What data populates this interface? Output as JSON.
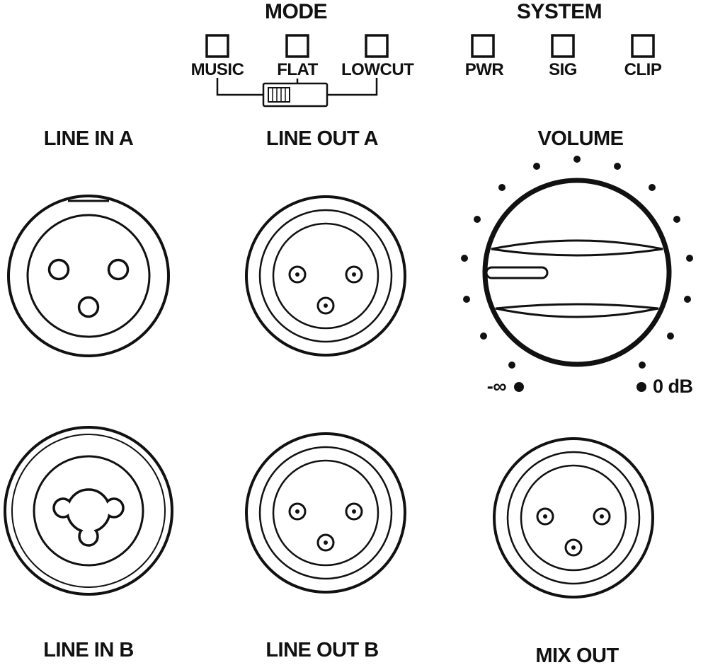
{
  "mode": {
    "title": "MODE",
    "indicators": [
      {
        "label": "MUSIC"
      },
      {
        "label": "FLAT"
      },
      {
        "label": "LOWCUT"
      }
    ],
    "switch_position": "MUSIC"
  },
  "system": {
    "title": "SYSTEM",
    "indicators": [
      {
        "label": "PWR"
      },
      {
        "label": "SIG"
      },
      {
        "label": "CLIP"
      }
    ]
  },
  "volume": {
    "title": "VOLUME",
    "min_label": "-∞",
    "max_label": "0 dB"
  },
  "connectors": {
    "line_in_a": {
      "label": "LINE IN A",
      "type": "xlr-female"
    },
    "line_out_a": {
      "label": "LINE OUT A",
      "type": "xlr-male"
    },
    "line_in_b": {
      "label": "LINE IN B",
      "type": "xlr-combo"
    },
    "line_out_b": {
      "label": "LINE OUT B",
      "type": "xlr-male"
    },
    "mix_out": {
      "label": "MIX OUT",
      "type": "xlr-male"
    }
  },
  "colors": {
    "ink": "#111111",
    "background": "#ffffff"
  }
}
